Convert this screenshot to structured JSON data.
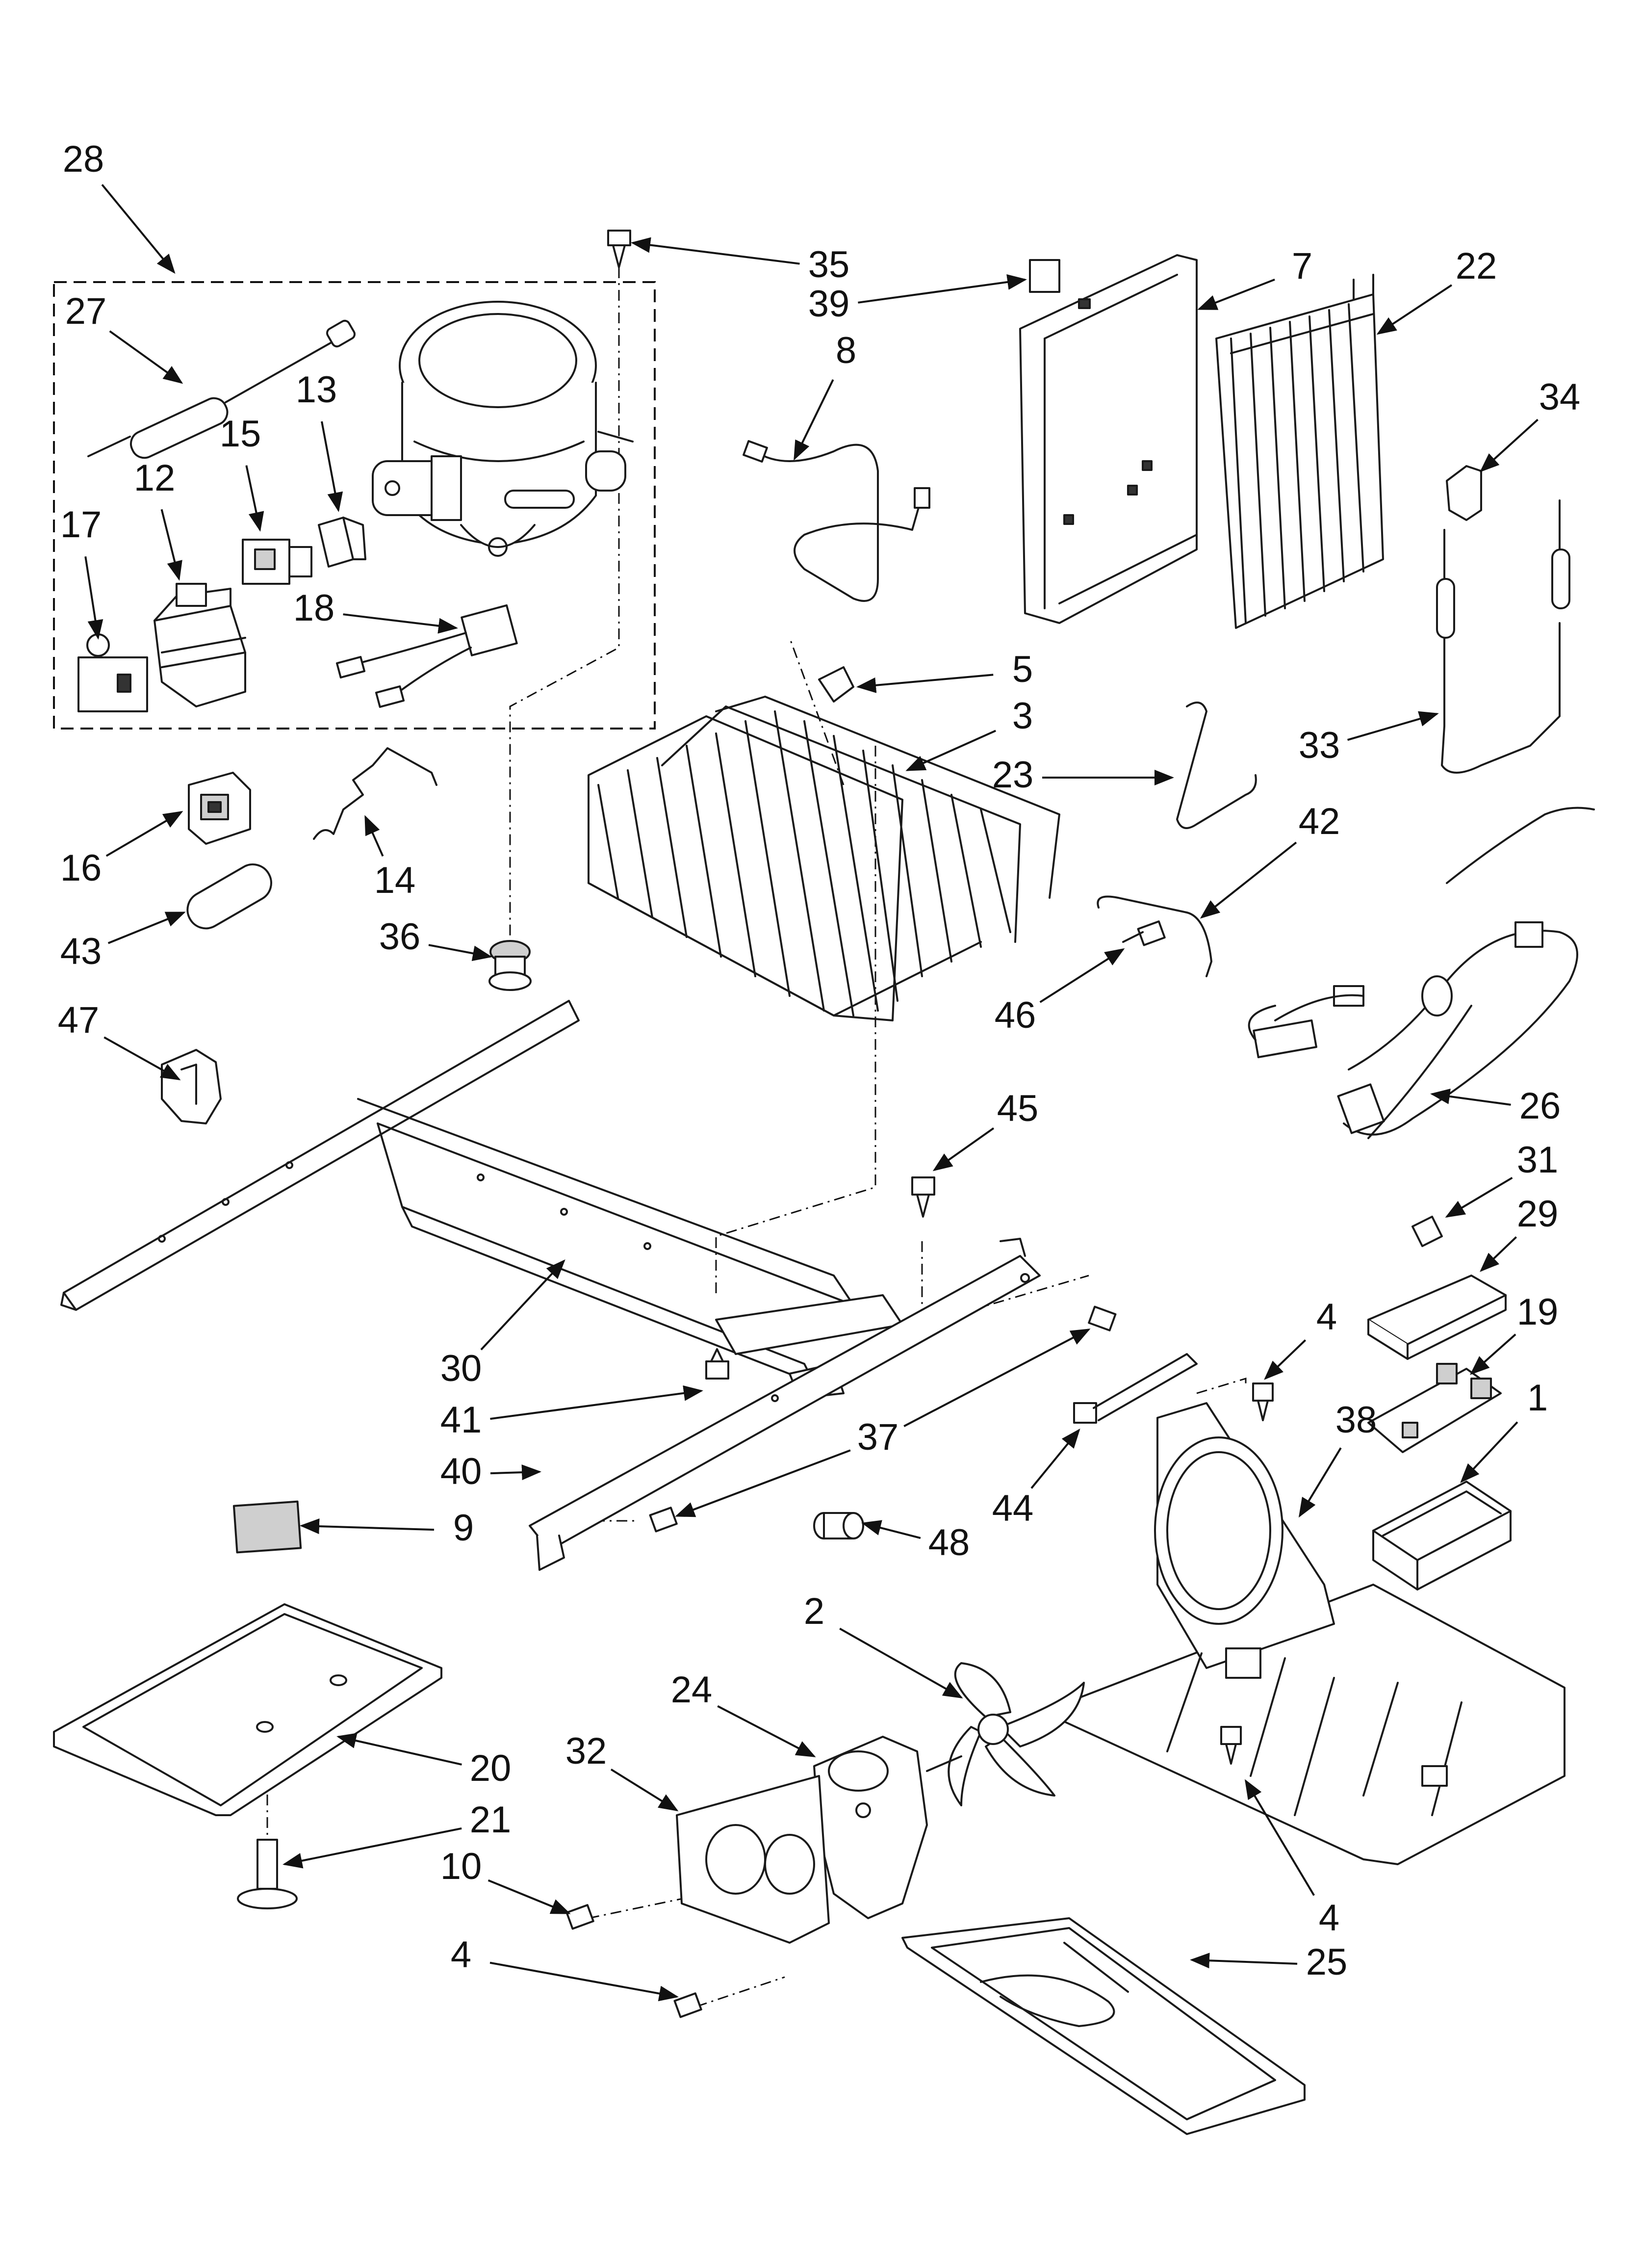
{
  "diagram": {
    "labels": [
      {
        "id": "28",
        "text": "28"
      },
      {
        "id": "27",
        "text": "27"
      },
      {
        "id": "13",
        "text": "13"
      },
      {
        "id": "15",
        "text": "15"
      },
      {
        "id": "12",
        "text": "12"
      },
      {
        "id": "17",
        "text": "17"
      },
      {
        "id": "18",
        "text": "18"
      },
      {
        "id": "35",
        "text": "35"
      },
      {
        "id": "39",
        "text": "39"
      },
      {
        "id": "8",
        "text": "8"
      },
      {
        "id": "7",
        "text": "7"
      },
      {
        "id": "22",
        "text": "22"
      },
      {
        "id": "34",
        "text": "34"
      },
      {
        "id": "5",
        "text": "5"
      },
      {
        "id": "3",
        "text": "3"
      },
      {
        "id": "23",
        "text": "23"
      },
      {
        "id": "33",
        "text": "33"
      },
      {
        "id": "16",
        "text": "16"
      },
      {
        "id": "14",
        "text": "14"
      },
      {
        "id": "43",
        "text": "43"
      },
      {
        "id": "36",
        "text": "36"
      },
      {
        "id": "42",
        "text": "42"
      },
      {
        "id": "46",
        "text": "46"
      },
      {
        "id": "47",
        "text": "47"
      },
      {
        "id": "26",
        "text": "26"
      },
      {
        "id": "45",
        "text": "45"
      },
      {
        "id": "31",
        "text": "31"
      },
      {
        "id": "29",
        "text": "29"
      },
      {
        "id": "30",
        "text": "30"
      },
      {
        "id": "41",
        "text": "41"
      },
      {
        "id": "4a",
        "text": "4"
      },
      {
        "id": "19",
        "text": "19"
      },
      {
        "id": "38",
        "text": "38"
      },
      {
        "id": "1",
        "text": "1"
      },
      {
        "id": "37",
        "text": "37"
      },
      {
        "id": "40",
        "text": "40"
      },
      {
        "id": "44",
        "text": "44"
      },
      {
        "id": "9",
        "text": "9"
      },
      {
        "id": "48",
        "text": "48"
      },
      {
        "id": "2",
        "text": "2"
      },
      {
        "id": "24",
        "text": "24"
      },
      {
        "id": "20",
        "text": "20"
      },
      {
        "id": "32",
        "text": "32"
      },
      {
        "id": "21",
        "text": "21"
      },
      {
        "id": "10",
        "text": "10"
      },
      {
        "id": "4b",
        "text": "4"
      },
      {
        "id": "4c",
        "text": "4"
      },
      {
        "id": "25",
        "text": "25"
      }
    ]
  }
}
